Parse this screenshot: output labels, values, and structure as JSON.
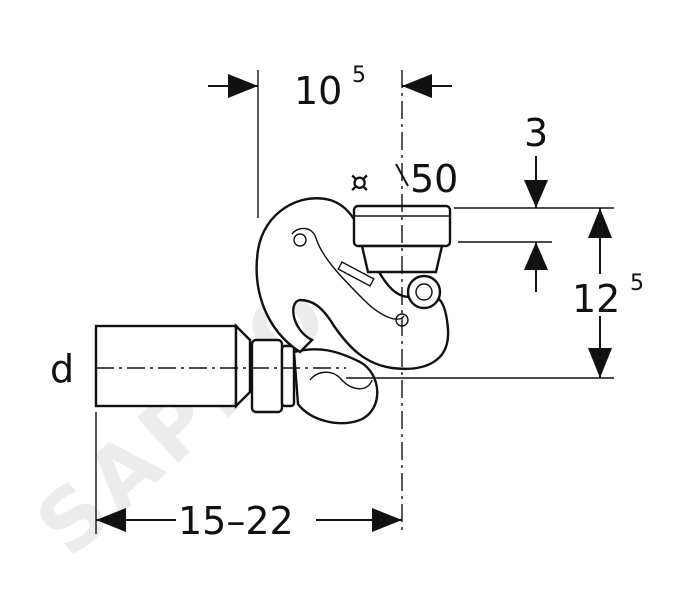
{
  "watermark": {
    "text": "SAPHO"
  },
  "dimensions": {
    "top_width": {
      "base": "10",
      "sup": "5"
    },
    "offset": {
      "value": "3"
    },
    "outlet_diameter": {
      "symbol": "¤",
      "value": "50"
    },
    "height": {
      "base": "12",
      "sup": "5"
    },
    "inlet": {
      "label": "d"
    },
    "length": {
      "value": "15–22"
    }
  }
}
